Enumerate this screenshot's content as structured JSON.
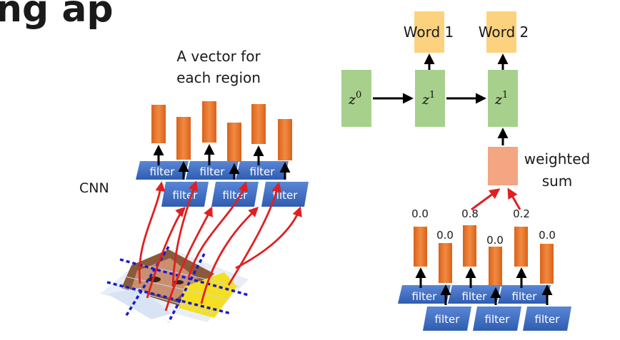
{
  "title_fragment": "ng ap",
  "left": {
    "caption_line1": "A vector for",
    "caption_line2": "each region",
    "cnn_label": "CNN",
    "filter_label": "filter"
  },
  "right": {
    "word1": "Word 1",
    "word2": "Word 2",
    "z0": "z",
    "z0_sup": "0",
    "z1": "z",
    "z1_sup": "1",
    "weighted_line1": "weighted",
    "weighted_line2": "sum",
    "weights": [
      "0.0",
      "0.0",
      "0.8",
      "0.0",
      "0.2",
      "0.0"
    ],
    "filter_label": "filter"
  },
  "colors": {
    "filter_blue": "#3f6fc4",
    "vector_orange": "#e8782e",
    "word_yellow": "#fdd27e",
    "state_green": "#a8d08d",
    "weighted_salmon": "#f4a582",
    "arrow_red": "#e02020",
    "dash_blue": "#1a1acc"
  }
}
